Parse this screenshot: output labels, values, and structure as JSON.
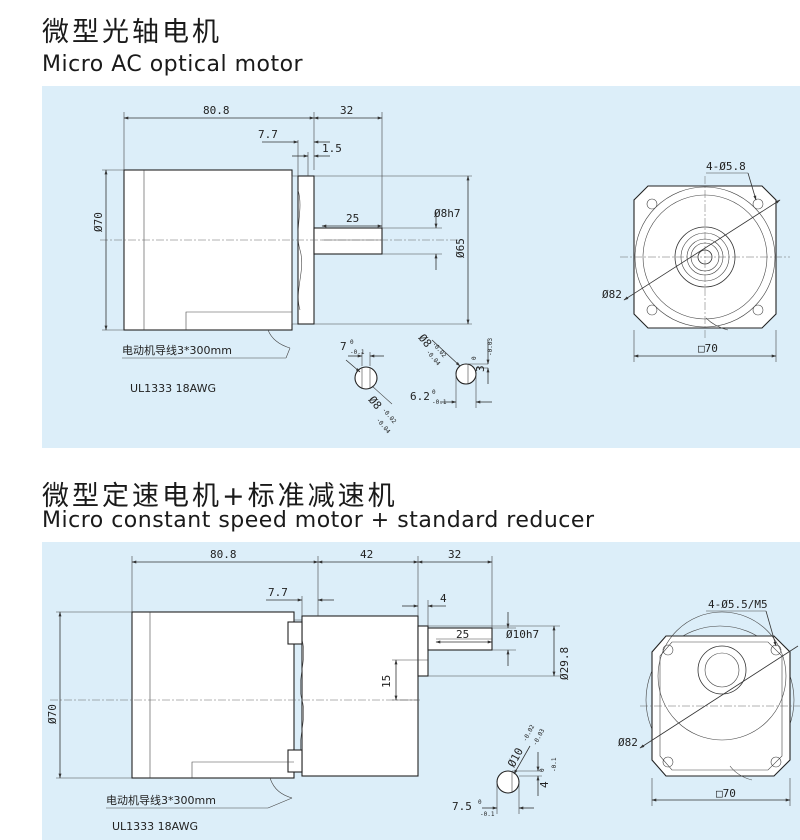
{
  "section1": {
    "title_cn": "微型光轴电机",
    "title_en": "Micro AC optical motor",
    "dims": {
      "length": "80.8",
      "shaft_len": "32",
      "flange": "7.7",
      "boss": "1.5",
      "key_len": "25",
      "shaft_dia": "Ø8h7",
      "pilot": "Ø65",
      "body_dia": "Ø70",
      "holes": "4-Ø5.8",
      "pcd": "Ø82",
      "square": "□70",
      "w1": "7",
      "w1_tol": "0",
      "w1_tol2": "-0.1",
      "d1": "Ø8",
      "d1_tol": "-0.02",
      "d1_tol2": "-0.04",
      "d2": "Ø8",
      "d2_tol": "-0.02",
      "d2_tol2": "-0.04",
      "k1": "6.2",
      "k1_tol": "0",
      "k1_tol2": "-0.1",
      "k2": "3",
      "k2_tol": "0",
      "k2_tol2": "-0.03"
    },
    "wire_note": "电动机导线3*300mm",
    "cable_spec": "UL1333    18AWG"
  },
  "section2": {
    "title_cn": "微型定速电机+标准减速机",
    "title_en": "Micro constant speed motor + standard reducer",
    "dims": {
      "length": "80.8",
      "gear_len": "42",
      "shaft_len": "32",
      "flange": "7.7",
      "boss": "4",
      "key_len": "25",
      "shaft_dia": "Ø10h7",
      "shaft_off": "15",
      "pilot": "Ø29.8",
      "body_dia": "Ø70",
      "holes": "4-Ø5.5/M5",
      "pcd": "Ø82",
      "square": "□70",
      "d1": "Ø10",
      "d1_tol": "-0.02",
      "d1_tol2": "-0.03",
      "k1": "4",
      "k1_tol": "0",
      "k1_tol2": "-0.1",
      "w1": "7.5",
      "w1_tol": "0",
      "w1_tol2": "-0.1"
    },
    "wire_note": "电动机导线3*300mm",
    "cable_spec": "UL1333    18AWG"
  },
  "colors": {
    "panel": "#dceef9",
    "line": "#222222"
  }
}
